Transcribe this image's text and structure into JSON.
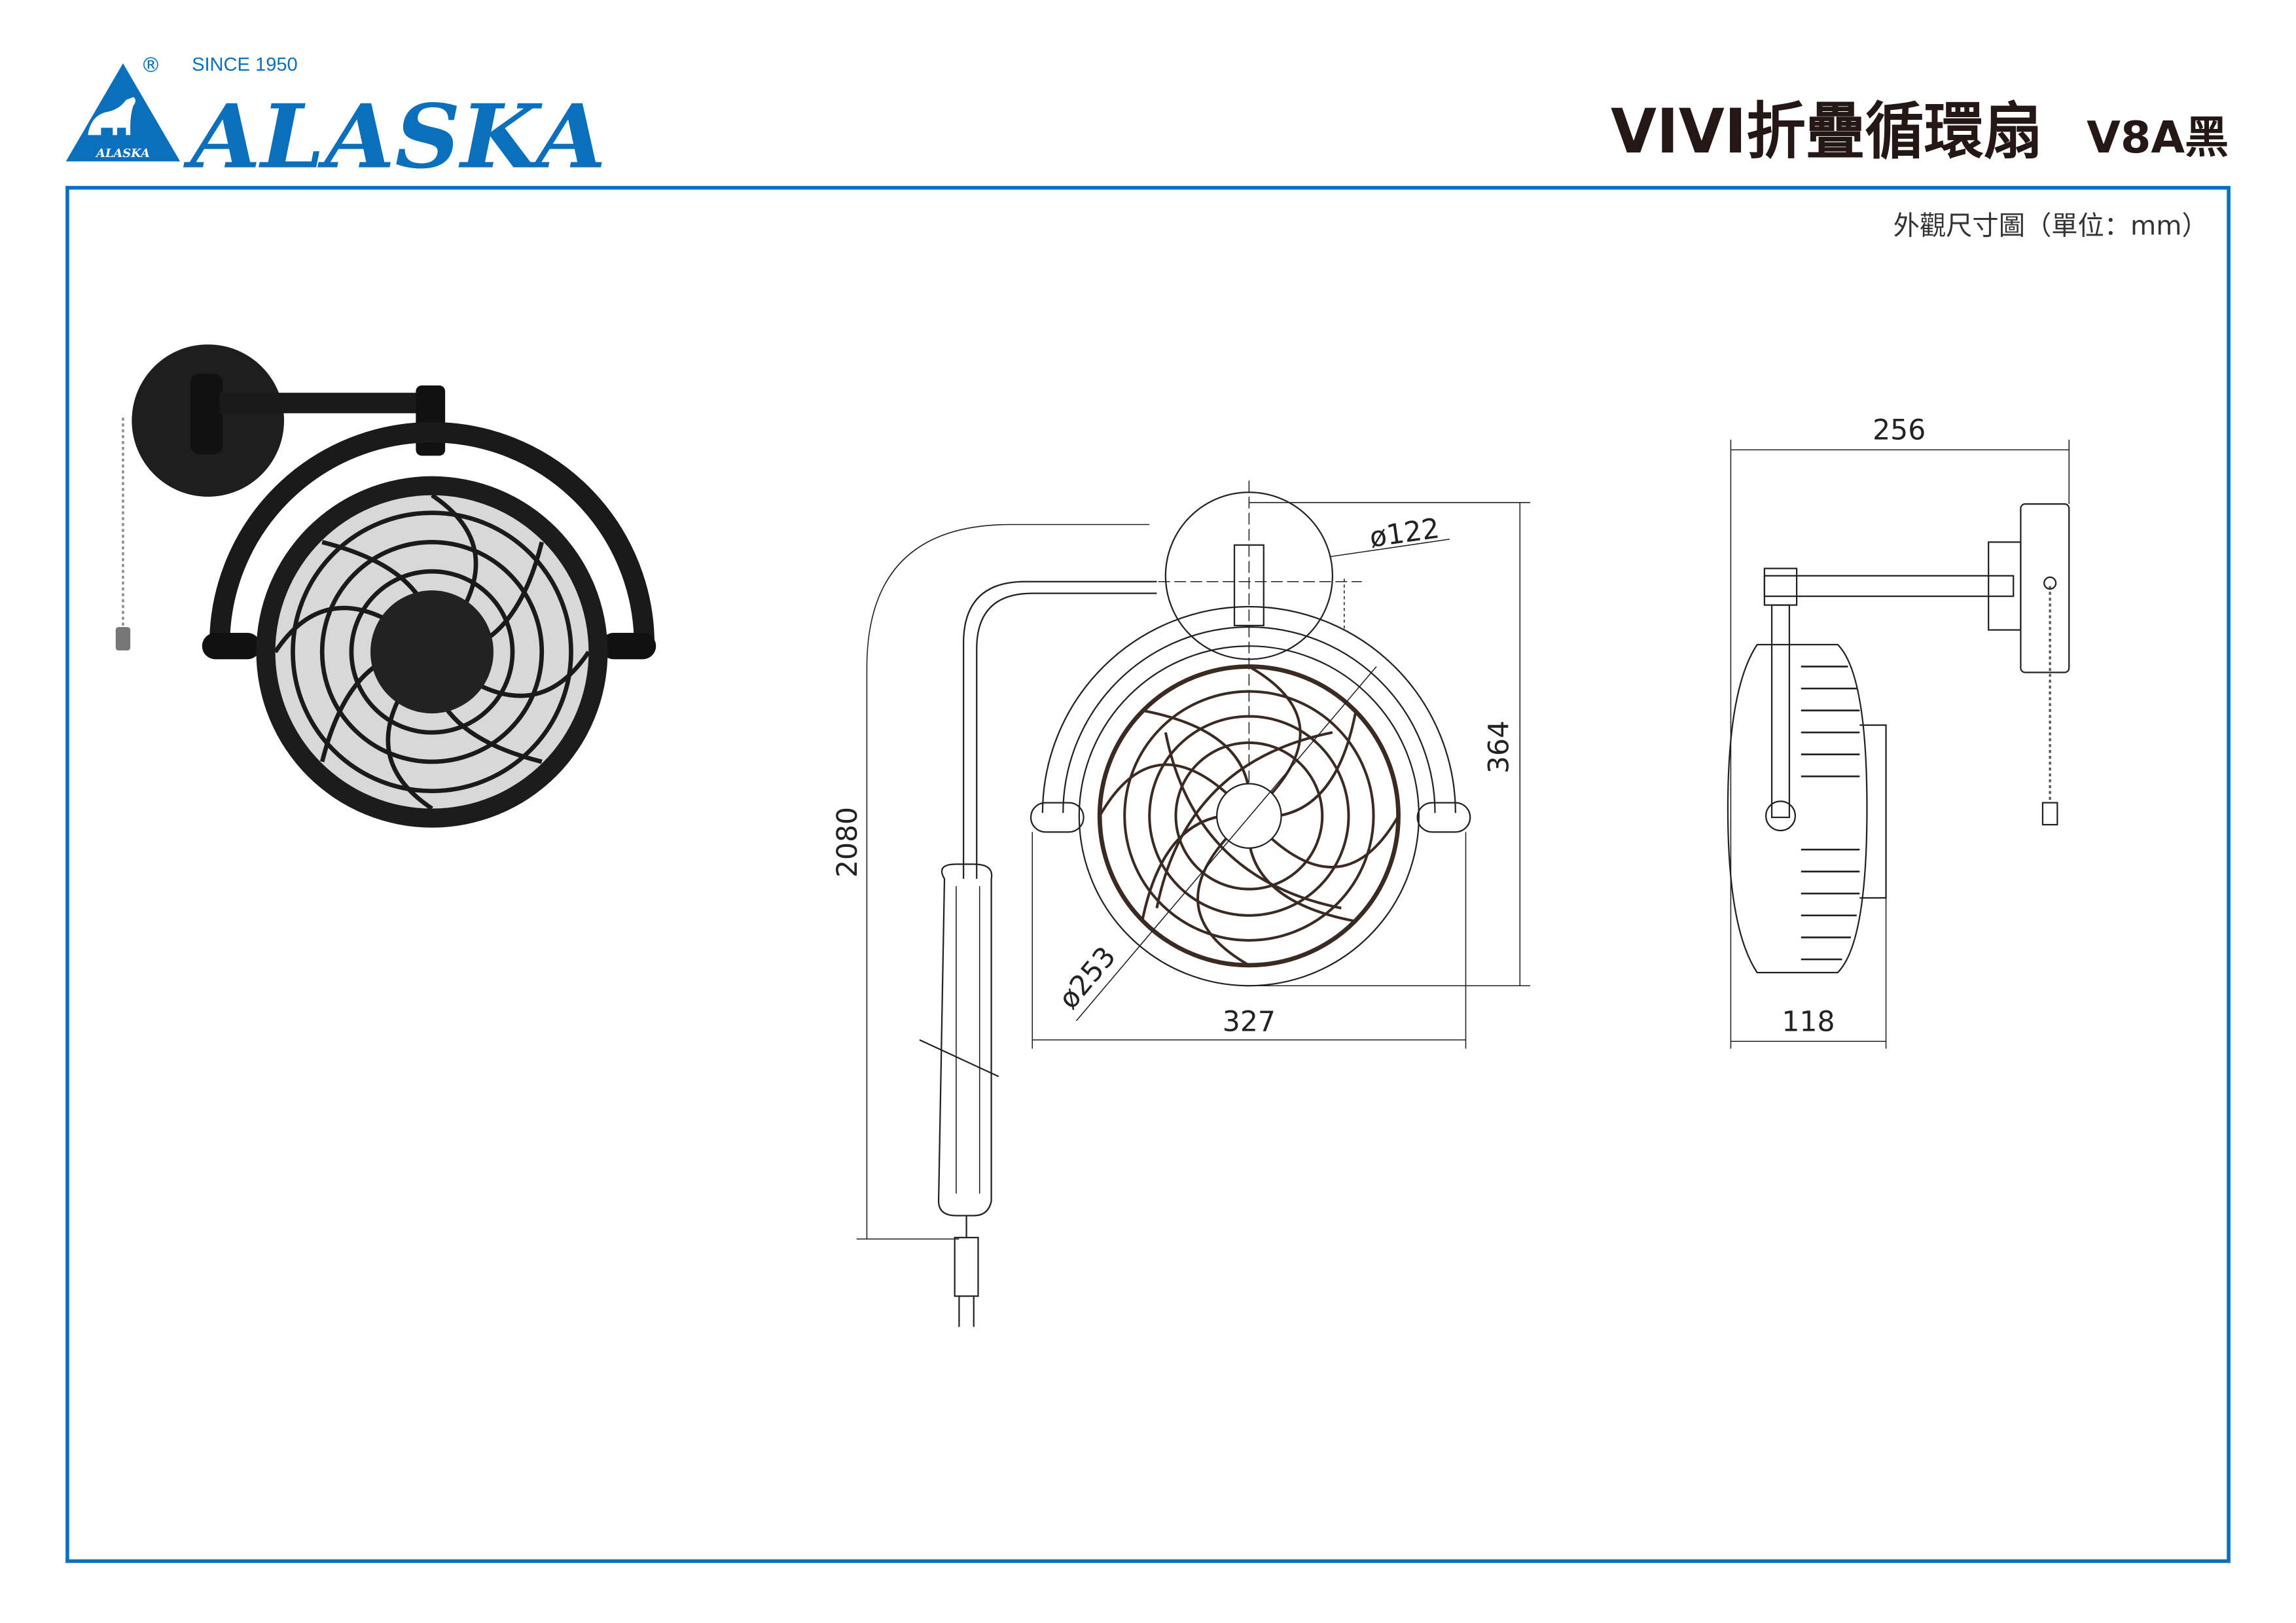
{
  "header": {
    "brand": "ALASKA",
    "brand_small": "ALASKA",
    "since": "SINCE 1950",
    "registered": "®",
    "title": "VIVI折疊循環扇",
    "model": "V8A黑",
    "brand_color": "#0a6fbd"
  },
  "sheet": {
    "subtitle": "外觀尺寸圖（單位：mm）"
  },
  "front_view": {
    "base_diameter": "ø122",
    "height": "364",
    "width": "327",
    "grille_diameter": "ø253",
    "cord_length": "2080"
  },
  "side_view": {
    "depth_total": "256",
    "depth_body": "118"
  }
}
